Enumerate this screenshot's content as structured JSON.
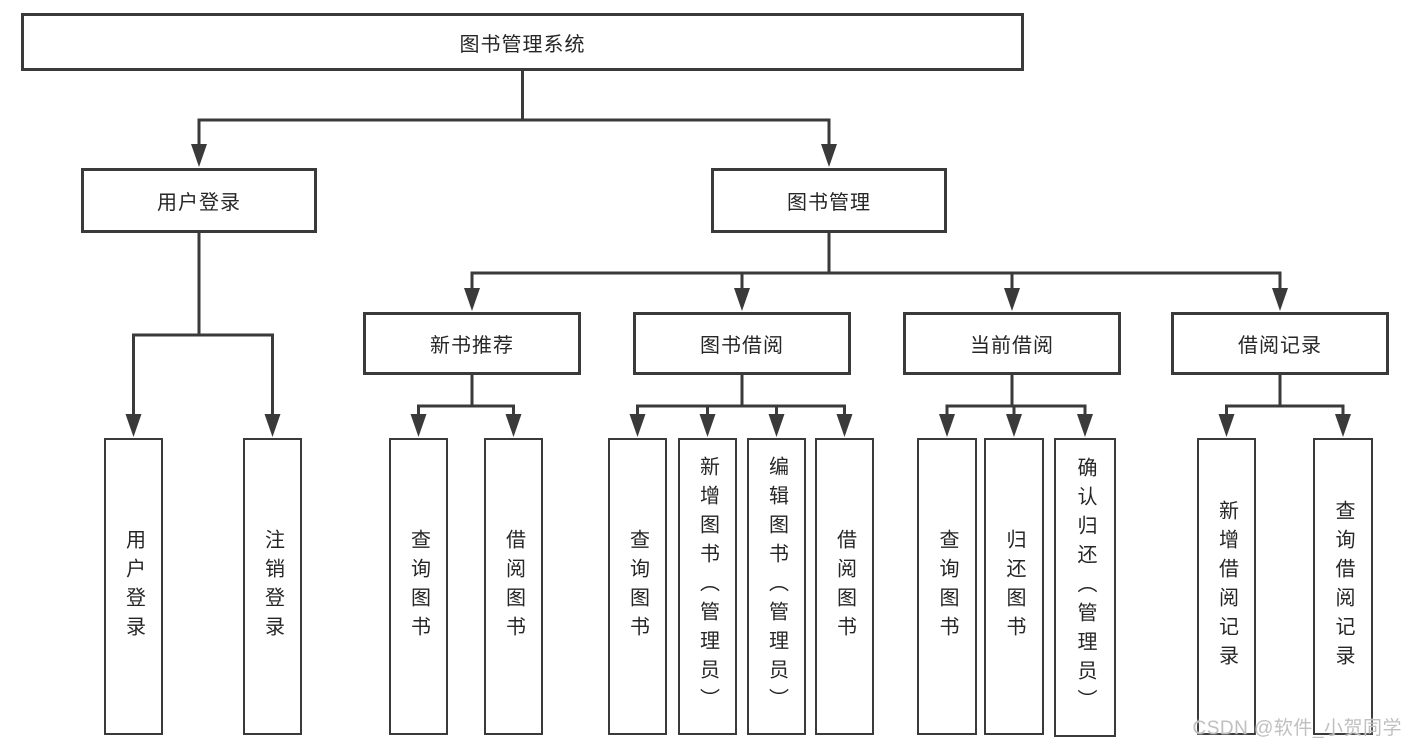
{
  "diagram": {
    "title": "图书管理系统",
    "nodes": [
      {
        "id": "root",
        "label": "图书管理系统",
        "parent": null,
        "orientation": "horizontal"
      },
      {
        "id": "user-login",
        "label": "用户登录",
        "parent": "root",
        "orientation": "horizontal"
      },
      {
        "id": "book-mgmt",
        "label": "图书管理",
        "parent": "root",
        "orientation": "horizontal"
      },
      {
        "id": "login",
        "label": "用户登录",
        "parent": "user-login",
        "orientation": "vertical"
      },
      {
        "id": "logout",
        "label": "注销登录",
        "parent": "user-login",
        "orientation": "vertical"
      },
      {
        "id": "new-book-rec",
        "label": "新书推荐",
        "parent": "book-mgmt",
        "orientation": "horizontal"
      },
      {
        "id": "book-borrow",
        "label": "图书借阅",
        "parent": "book-mgmt",
        "orientation": "horizontal"
      },
      {
        "id": "current-borrow",
        "label": "当前借阅",
        "parent": "book-mgmt",
        "orientation": "horizontal"
      },
      {
        "id": "borrow-records",
        "label": "借阅记录",
        "parent": "book-mgmt",
        "orientation": "horizontal"
      },
      {
        "id": "nb-query-books",
        "label": "查询图书",
        "parent": "new-book-rec",
        "orientation": "vertical"
      },
      {
        "id": "nb-borrow-books",
        "label": "借阅图书",
        "parent": "new-book-rec",
        "orientation": "vertical"
      },
      {
        "id": "bb-query-books",
        "label": "查询图书",
        "parent": "book-borrow",
        "orientation": "vertical"
      },
      {
        "id": "bb-add-books",
        "label": "新增图书（管理员）",
        "parent": "book-borrow",
        "orientation": "vertical"
      },
      {
        "id": "bb-edit-books",
        "label": "编辑图书（管理员）",
        "parent": "book-borrow",
        "orientation": "vertical"
      },
      {
        "id": "bb-borrow-books",
        "label": "借阅图书",
        "parent": "book-borrow",
        "orientation": "vertical"
      },
      {
        "id": "cb-query-books",
        "label": "查询图书",
        "parent": "current-borrow",
        "orientation": "vertical"
      },
      {
        "id": "cb-return-books",
        "label": "归还图书",
        "parent": "current-borrow",
        "orientation": "vertical"
      },
      {
        "id": "cb-confirm-return",
        "label": "确认归还（管理员）",
        "parent": "current-borrow",
        "orientation": "vertical"
      },
      {
        "id": "br-add-record",
        "label": "新增借阅记录",
        "parent": "borrow-records",
        "orientation": "vertical"
      },
      {
        "id": "br-query-record",
        "label": "查询借阅记录",
        "parent": "borrow-records",
        "orientation": "vertical"
      }
    ]
  },
  "watermark": {
    "text": "CSDN @软件_小贺同学"
  },
  "colors": {
    "line": "#3a3a3a",
    "text": "#262626",
    "background": "#ffffff",
    "watermark": "#c0c0c0"
  }
}
